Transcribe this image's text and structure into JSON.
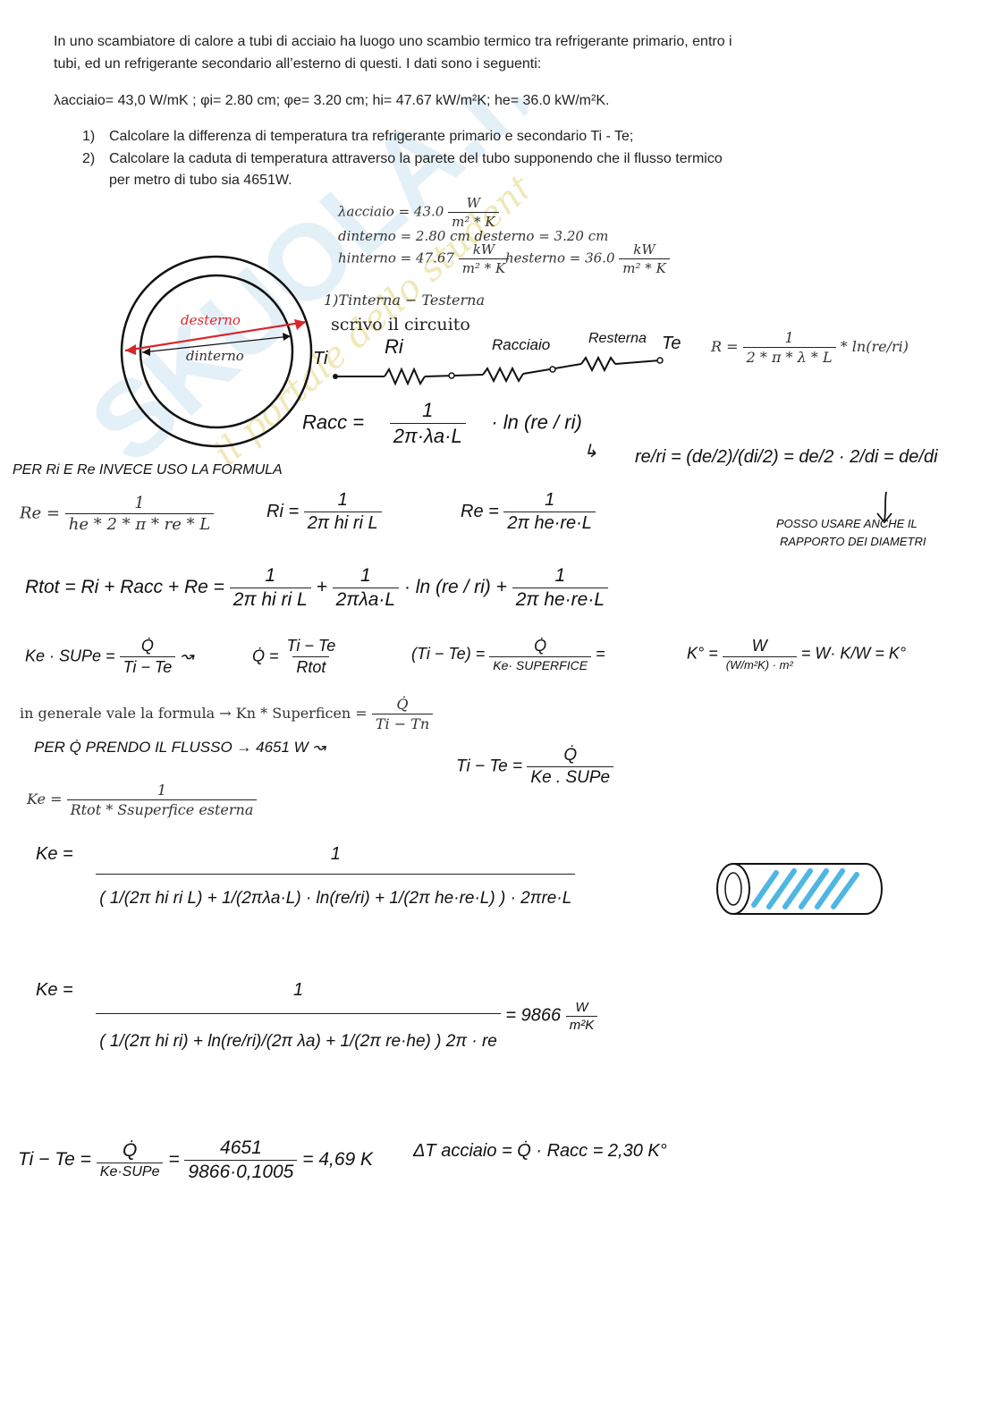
{
  "problem": {
    "intro_line1": "In uno scambiatore di calore a tubi di acciaio ha luogo uno scambio termico tra refrigerante primario, entro i",
    "intro_line2": "tubi, ed un refrigerante secondario all’esterno di questi. I dati sono i seguenti:",
    "data_line": "λacciaio= 43,0 W/mK ; φi= 2.80 cm; φe= 3.20 cm; hi= 47.67 kW/m²K; he= 36.0 kW/m²K.",
    "q1_num": "1)",
    "q1_text": "Calcolare la differenza di temperatura tra refrigerante primario e secondario Ti - Te;",
    "q2_num": "2)",
    "q2_line1": "Calcolare la caduta di temperatura attraverso la parete del tubo supponendo che il flusso termico",
    "q2_line2": "per metro di tubo sia 4651W."
  },
  "watermark": {
    "brand": "SKUOLA.net",
    "tagline": "il portale dello studente"
  },
  "given": {
    "lambda_lhs": "λacciaio = 43.0",
    "lambda_unit_num": "W",
    "lambda_unit_den": "m² * K",
    "diam_line": "dinterno = 2.80 cm   desterno = 3.20 cm",
    "hi_lhs": "hinterno = 47.67",
    "h_unit_num": "kW",
    "h_unit_den": "m² * K",
    "he_lhs": "hesterno = 36.0"
  },
  "diagram": {
    "label_outer": "desterno",
    "label_inner": "dinterno"
  },
  "circuit": {
    "step": "1)Tinterna − Testerna",
    "write": "scrivo il circuito",
    "ti": "Ti",
    "ri": "Ri",
    "racciaio": "Racciaio",
    "resterna": "Resterna",
    "te": "Te",
    "formula_lhs": "R =",
    "formula_num": "1",
    "formula_den": "2 * π * λ * L",
    "formula_tail": "* ln(re/ri)"
  },
  "racc": {
    "lhs": "Racc =",
    "num": "1",
    "den": "2π·λa·L",
    "tail": "· ln (re / ri)"
  },
  "ratio": {
    "arrow": "↳",
    "eq": "re/ri = (de/2)/(di/2) = de/2 · 2/di = de/di",
    "note1": "POSSO USARE ANCHE IL",
    "note2": "RAPPORTO DEI DIAMETRI"
  },
  "ri_re": {
    "note": "PER Ri  E Re  INVECE USO LA FORMULA",
    "re_lhs": "Re =",
    "re_num": "1",
    "re_den": "he * 2 * π * re * L",
    "ri_lhs": "Ri =",
    "ri_num": "1",
    "ri_den": "2π hi ri L",
    "re2_lhs": "Re =",
    "re2_num": "1",
    "re2_den": "2π he·re·L"
  },
  "rtot": {
    "lhs": "Rtot = Ri + Racc + Re =",
    "t1_num": "1",
    "t1_den": "2π hi ri L",
    "plus1": "+",
    "t2_num": "1",
    "t2_den": "2πλa·L",
    "t2_tail": "· ln (re / ri)",
    "plus2": "+",
    "t3_num": "1",
    "t3_den": "2π he·re·L"
  },
  "ke_relations": {
    "a_lhs": "Ke · SUPe =",
    "a_num": "Q̇",
    "a_den": "Ti − Te",
    "arrow1": "↝",
    "b_lhs": "Q̇ =",
    "b_num": "Ti − Te",
    "b_den": "Rtot",
    "c_lhs": "(Ti − Te) =",
    "c_num": "Q̇",
    "c_den": "Ke· SUPERFICE",
    "c_eq": "=",
    "d_lhs": "K° =",
    "d_num": "W",
    "d_den": "(W/m²K) · m²",
    "d_tail": "= W· K/W = K°"
  },
  "general": {
    "text": "in generale vale la formula → Kn * Superficen =",
    "num": "Q̇",
    "den": "Ti − Tn"
  },
  "flux": {
    "text": "PER Q̇ PRENDO IL FLUSSO → 4651 W ↝",
    "ti_te_lhs": "Ti − Te =",
    "num": "Q̇",
    "den": "Ke . SUPe"
  },
  "ke_def": {
    "lhs": "Ke =",
    "num": "1",
    "den": "Rtot * Ssuperfice esterna"
  },
  "ke_big": {
    "lhs": "Ke =",
    "num": "1",
    "den": "( 1/(2π hi ri L) + 1/(2πλa·L) · ln(re/ri) + 1/(2π he·re·L) ) · 2πre·L"
  },
  "ke_result": {
    "lhs": "Ke =",
    "num": "1",
    "den": "( 1/(2π hi ri) + ln(re/ri)/(2π λa) + 1/(2π re·he) ) 2π · re",
    "eq": "= 9866",
    "unit_num": "W",
    "unit_den": "m²K"
  },
  "final": {
    "lhs": "Ti − Te =",
    "q_num": "Q̇",
    "q_den": "Ke·SUPe",
    "eq": "=",
    "v_num": "4651",
    "v_den": "9866·0,1005",
    "result": "= 4,69 K",
    "delta": "ΔT acciaio = Q̇ · Racc = 2,30 K°"
  }
}
